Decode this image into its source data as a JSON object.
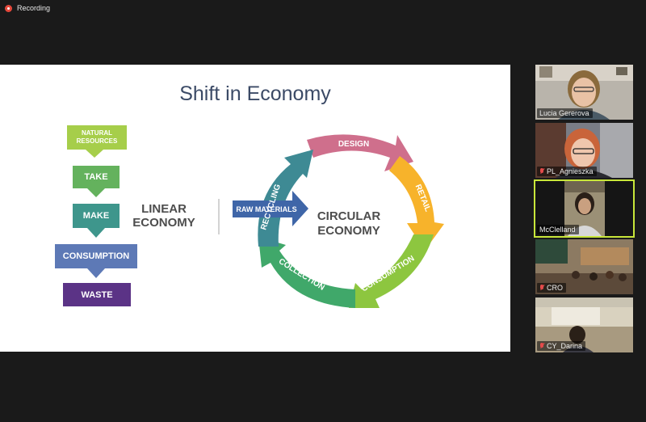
{
  "recording": {
    "label": "Recording"
  },
  "slide": {
    "title": "Shift in Economy",
    "linear": {
      "steps": [
        "NATURAL RESOURCES",
        "TAKE",
        "MAKE",
        "CONSUMPTION",
        "WASTE"
      ],
      "label_line1": "LINEAR",
      "label_line2": "ECONOMY"
    },
    "circular": {
      "label_line1": "CIRCULAR",
      "label_line2": "ECONOMY",
      "raw_materials": "RAW MATERIALS",
      "segments": [
        "DESIGN",
        "RETAIL",
        "CONSUMPTION",
        "COLLECTION",
        "RECYCLING"
      ]
    },
    "colors": {
      "natural": "#a6ce4a",
      "take": "#64b25d",
      "make": "#3e968c",
      "consumption": "#5d79b6",
      "waste": "#5b3386",
      "design": "#cf6f8c",
      "retail": "#f7b32b",
      "consumption_ring": "#8dc63f",
      "collection": "#40a86a",
      "recycling": "#3e8a94",
      "raw_materials": "#3f66a8"
    }
  },
  "participants": [
    {
      "name": "Lucia Gererova",
      "muted": false,
      "active": false
    },
    {
      "name": "PL_Agnieszka",
      "muted": true,
      "active": false
    },
    {
      "name": "McClelland",
      "muted": false,
      "active": true
    },
    {
      "name": "CRO",
      "muted": true,
      "active": false
    },
    {
      "name": "CY_Darina",
      "muted": true,
      "active": false
    }
  ]
}
